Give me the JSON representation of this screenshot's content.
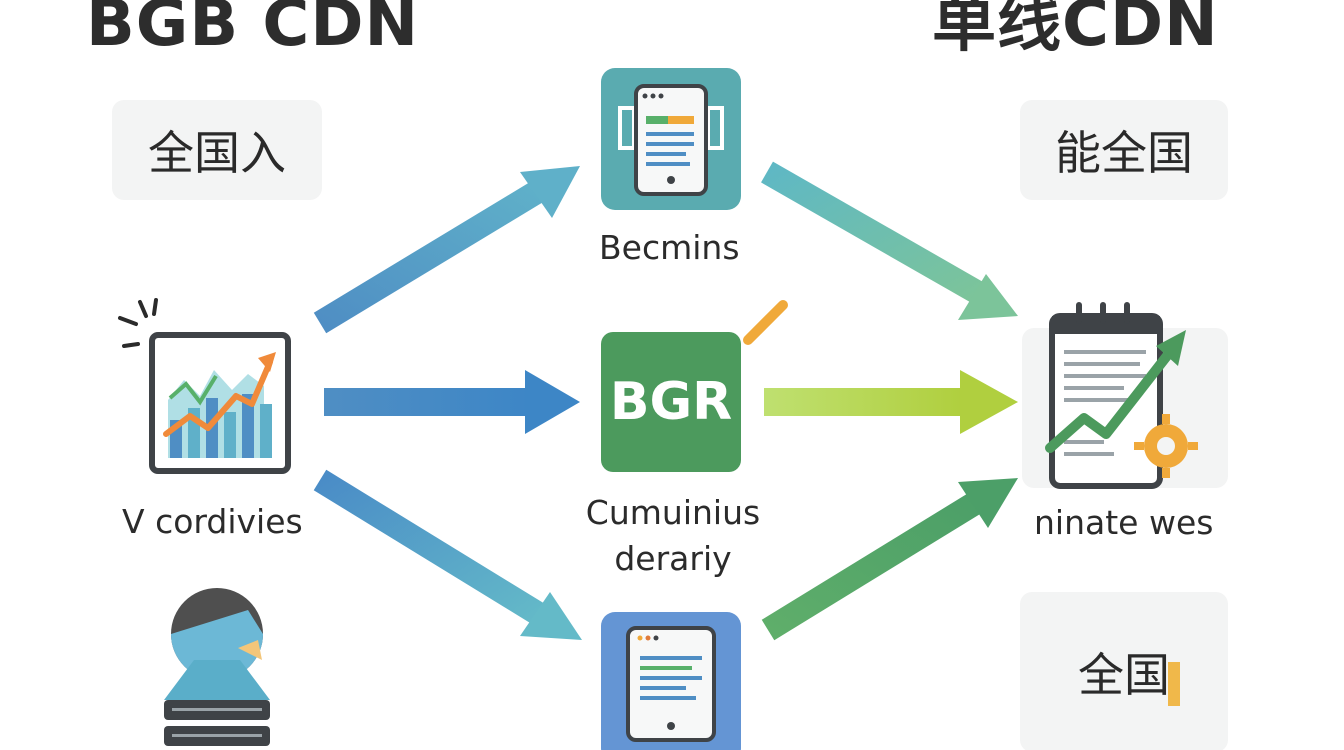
{
  "titles": {
    "left": "BGB CDN",
    "right": "单线CDN"
  },
  "boxes": {
    "left_top": "全国入",
    "right_top": "能全国",
    "right_bottom": "全国"
  },
  "nodes": {
    "top_label": "Becmins",
    "center_badge": "BGR",
    "center_label_line1": "Cumuinius",
    "center_label_line2": "derariy",
    "left_label": "V cordivies",
    "right_label": "ninate wes"
  },
  "colors": {
    "teal": "#5aabb0",
    "green": "#4c9a5d",
    "blue": "#4f8ec4",
    "lime": "#b6d14a",
    "orange": "#f0a93a"
  }
}
